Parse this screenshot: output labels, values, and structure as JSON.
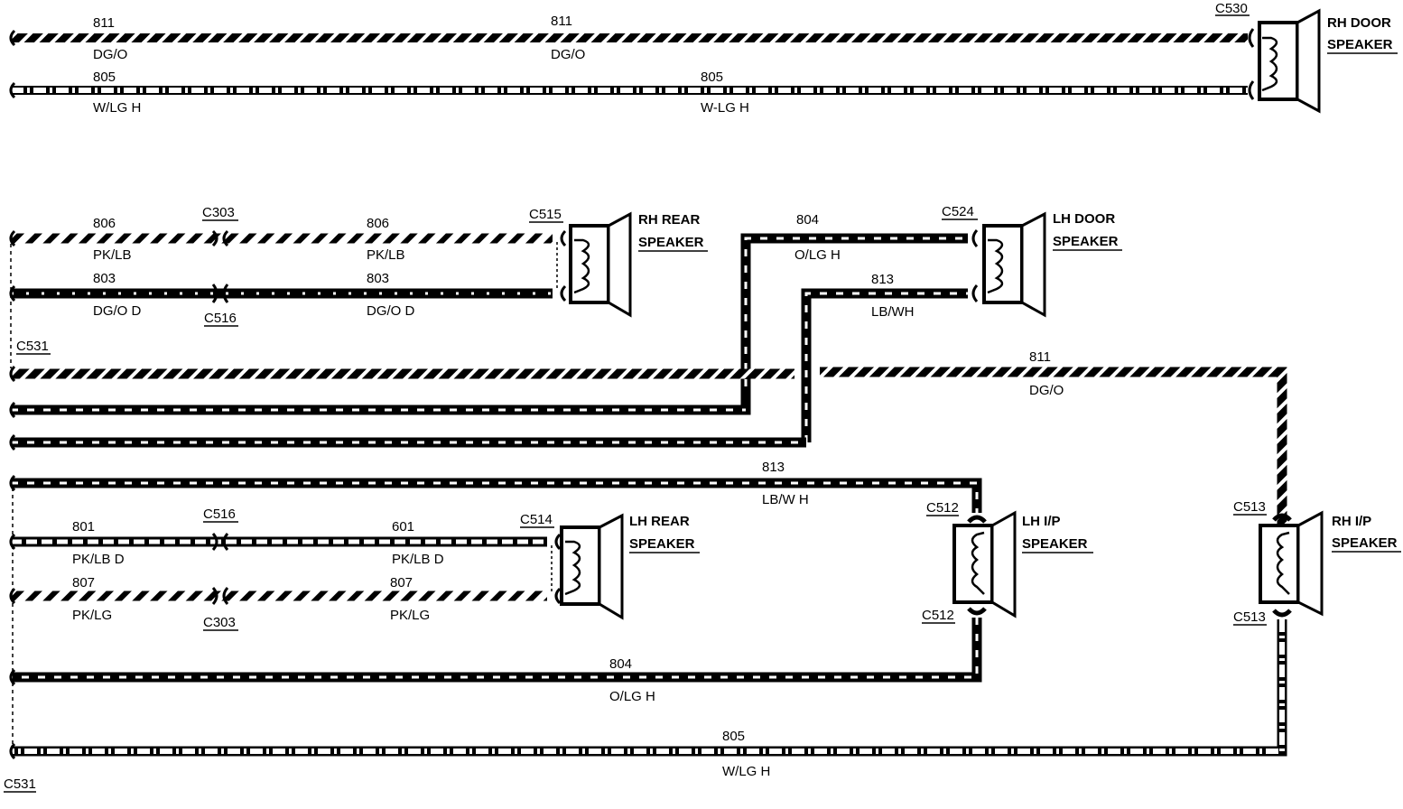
{
  "wires": {
    "top_811": {
      "num_left": "811",
      "color_left": "DG/O",
      "num_mid": "811",
      "color_mid": "DG/O"
    },
    "top_805": {
      "num_left": "805",
      "color_left": "W/LG H",
      "num_mid": "805",
      "color_mid": "W-LG H"
    },
    "rh_rear_806": {
      "num_left": "806",
      "color_left": "PK/LB",
      "num_right": "806",
      "color_right": "PK/LB"
    },
    "rh_rear_803": {
      "num_left": "803",
      "color_left": "DG/O D",
      "num_right": "803",
      "color_right": "DG/O D"
    },
    "lh_door_804": {
      "num": "804",
      "color": "O/LG H"
    },
    "lh_door_813": {
      "num": "813",
      "color": "LB/WH"
    },
    "mid_811": {
      "num": "811",
      "color": "DG/O"
    },
    "lh_ip_813": {
      "num": "813",
      "color": "LB/W H"
    },
    "lh_rear_801": {
      "num_left": "801",
      "color_left": "PK/LB D",
      "num_right": "601",
      "color_right": "PK/LB D"
    },
    "lh_rear_807": {
      "num_left": "807",
      "color_left": "PK/LG",
      "num_right": "807",
      "color_right": "PK/LG"
    },
    "bottom_804": {
      "num": "804",
      "color": "O/LG H"
    },
    "bottom_805": {
      "num": "805",
      "color": "W/LG H"
    }
  },
  "connectors": {
    "c530": "C530",
    "c303_top": "C303",
    "c516_top": "C516",
    "c515": "C515",
    "c524": "C524",
    "c531_top": "C531",
    "c516_bottom": "C516",
    "c303_bottom": "C303",
    "c514": "C514",
    "c512_top": "C512",
    "c512_bottom": "C512",
    "c513_top": "C513",
    "c513_bottom": "C513",
    "c531_bottom": "C531"
  },
  "speakers": {
    "rh_door": {
      "line1": "RH DOOR",
      "line2": "SPEAKER"
    },
    "rh_rear": {
      "line1": "RH REAR",
      "line2": "SPEAKER"
    },
    "lh_door": {
      "line1": "LH DOOR",
      "line2": "SPEAKER"
    },
    "lh_rear": {
      "line1": "LH REAR",
      "line2": "SPEAKER"
    },
    "lh_ip": {
      "line1": "LH I/P",
      "line2": "SPEAKER"
    },
    "rh_ip": {
      "line1": "RH I/P",
      "line2": "SPEAKER"
    }
  }
}
